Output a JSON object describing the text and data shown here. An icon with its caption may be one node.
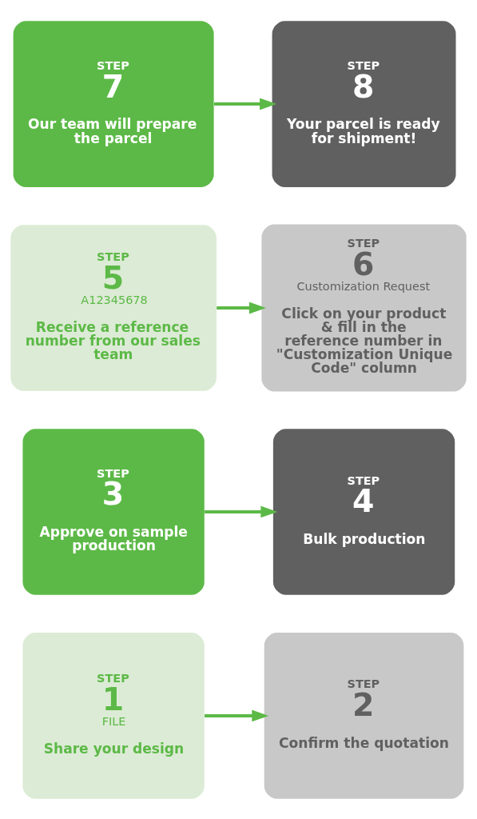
{
  "diagram": {
    "nodes": [
      {
        "text": [
          "STEP",
          "1",
          "FILE",
          "Share your design"
        ]
      },
      {
        "text": [
          "STEP",
          "2",
          "Confirm the quotation"
        ]
      },
      {
        "text": [
          "STEP",
          "3",
          "Approve on sample production"
        ]
      },
      {
        "text": [
          "STEP",
          "4",
          "Bulk production"
        ]
      },
      {
        "text": [
          "STEP",
          "5",
          "A12345678",
          "Receive a reference number from our sales team"
        ]
      },
      {
        "text": [
          "STEP",
          "6",
          "Customization Request",
          "Click on your product & fill in the reference number in \"Customization Unique Code\" column"
        ]
      },
      {
        "text": [
          "STEP",
          "7",
          "Our team will prepare the parcel"
        ]
      },
      {
        "text": [
          "STEP",
          "8",
          "Your parcel is ready for shipment!"
        ]
      }
    ],
    "edges": [
      {
        "from": 0,
        "to": 1,
        "arrow": "to"
      },
      {
        "from": 2,
        "to": 3,
        "arrow": "to"
      },
      {
        "from": 4,
        "to": 5,
        "arrow": "to"
      },
      {
        "from": 6,
        "to": 7,
        "arrow": "to"
      }
    ]
  }
}
